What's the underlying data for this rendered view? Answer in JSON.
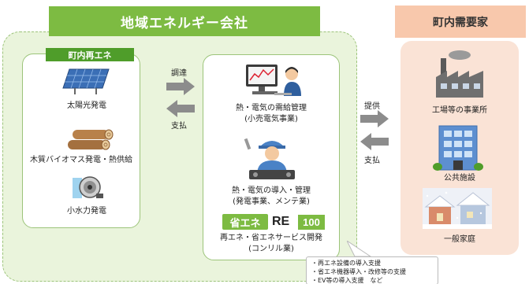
{
  "company": {
    "title": "地域エネルギー会社",
    "renewable": {
      "title": "町内再エネ",
      "items": [
        "太陽光発電",
        "木質バイオマス発電・熱供給",
        "小水力発電"
      ]
    },
    "services": {
      "supply_label": "熱・電気の需給管理",
      "supply_sub": "(小売電気事業)",
      "install_label": "熱・電気の導入・管理",
      "install_sub": "(発電事業、メンテ業)",
      "badge_shoene": "省エネ",
      "badge_re": "RE",
      "badge_100": "100",
      "dev_label": "再エネ・省エネサービス開発",
      "dev_sub": "(コンリル業)"
    },
    "notes": [
      "・再エネ設備の導入支援",
      "・省エネ機器導入・改修等の支援",
      "・EV等の導入支援　など"
    ]
  },
  "arrows": {
    "procure": "調達",
    "pay_left": "支払",
    "provide": "提供",
    "pay_right": "支払"
  },
  "demand": {
    "title": "町内需要家",
    "items": [
      "工場等の事業所",
      "公共施設",
      "一般家庭"
    ]
  },
  "colors": {
    "green_dark": "#4f9d2a",
    "green": "#7dbb42",
    "green_light": "#eaf4dc",
    "peach": "#f8c8ac",
    "peach_light": "#fae3d6",
    "arrow_gray": "#8c8c8c"
  }
}
